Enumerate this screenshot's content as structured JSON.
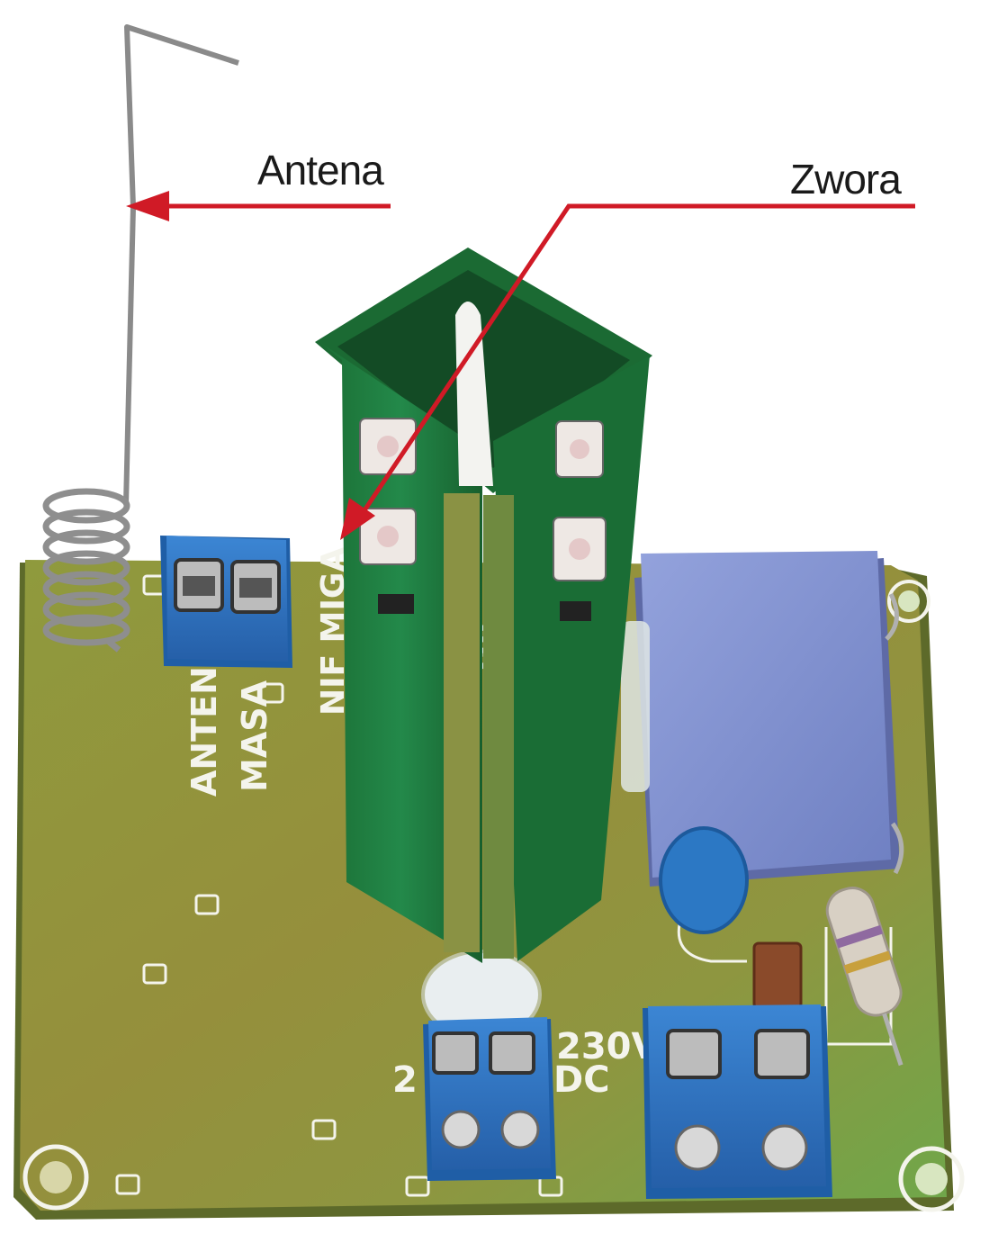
{
  "callouts": {
    "antenna": {
      "label": "Antena"
    },
    "jumper": {
      "label": "Zwora"
    }
  },
  "board_markings": {
    "antenna_terminal": "ANTENA",
    "ground_terminal": "MASA",
    "mode_marking": "NIF MIGA",
    "mode_marking_partial": "GA",
    "supply_voltage_ac": "230V",
    "supply_voltage_dc_prefix": "2",
    "supply_voltage_dc_suffix": "DC"
  },
  "colors": {
    "arrow": "#d01a26",
    "board": "#8d9441",
    "led_board": "#1c7a3a",
    "terminal_block": "#2f74c0",
    "relay": "#7f8ecb",
    "capacitor": "#2c78c4",
    "silkscreen": "#f4f4ec"
  },
  "icons": {
    "antenna_pointer": "arrow-left-icon",
    "jumper_pointer": "arrow-down-left-icon"
  }
}
